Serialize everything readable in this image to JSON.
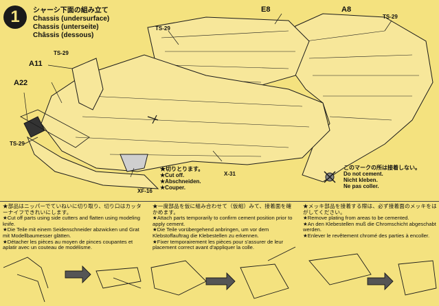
{
  "step": {
    "number": "1",
    "title_jp": "シャーシ下面の組み立て",
    "title_en": "Chassis (undersurface)",
    "title_de": "Chassis (unterseite)",
    "title_fr": "Châssis (dessous)"
  },
  "parts": {
    "e8": "E8",
    "a8": "A8",
    "a11": "A11",
    "a22": "A22",
    "ts29": "TS-29",
    "x31": "X-31",
    "xf16": "XF-16"
  },
  "cut_note": {
    "jp": "★切りとります。",
    "en": "★Cut off.",
    "de": "★Abschneiden.",
    "fr": "★Couper."
  },
  "no_cement": {
    "jp": "このマークの所は接着しない。",
    "en": "Do not cement.",
    "de": "Nicht kleben.",
    "fr": "Ne pas coller."
  },
  "instructions": [
    {
      "jp": "★部品はニッパーでていねいに切り取り、切り口はカッターナイフできれいにします。",
      "en": "★Cut off parts using side cutters and flatten using modeling knife.",
      "de": "★Die Teile mit einem Seidenschneider abzwicken und Grat mit Modellbaumesser glätten.",
      "fr": "★Détacher les pièces au moyen de pinces coupantes et aplatir avec un couteau de modélisme."
    },
    {
      "jp": "★一度部品を仮に組み合わせて（仮組）みて、接着面を確かめます。",
      "en": "★Attach parts temporarily to confirm cement position prior to apply cement.",
      "de": "★Die Teile vorübergehend anbringen, um vor dem Klebstoffauftrag die Klebestellen zu erkennen.",
      "fr": "★Fixer temporairement les pièces pour s'assurer de leur placement correct avant d'appliquer la colle."
    },
    {
      "jp": "★メッキ部品を接着する際は、必ず接着面のメッキをはがしてください。",
      "en": "★Remove plating from areas to be cemented.",
      "de": "★An den Klebestellen muß die Chromschicht abgeschabt werden.",
      "fr": "★Enlever le revêtement chromé des parties à encoller."
    }
  ]
}
